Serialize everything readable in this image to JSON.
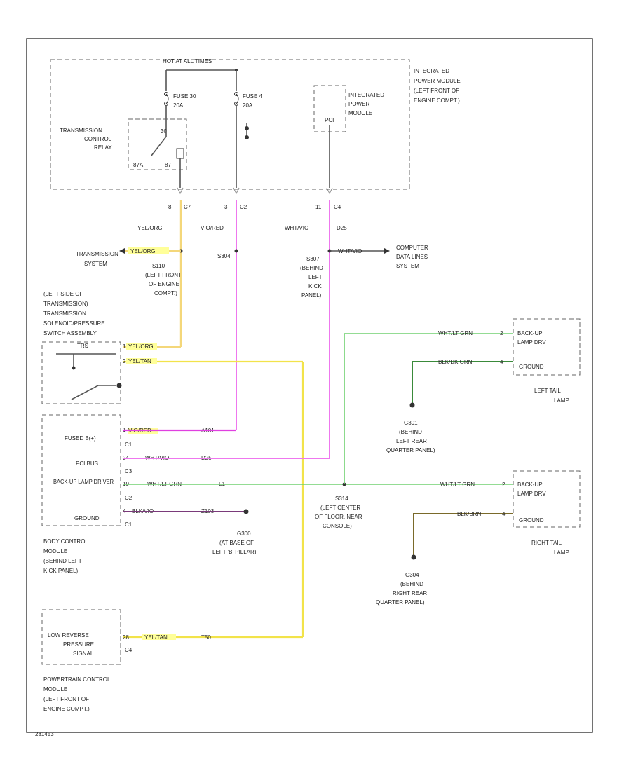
{
  "footer_code": "281453",
  "ipm": {
    "top_label": "HOT AT ALL TIMES",
    "title": [
      "INTEGRATED",
      "POWER MODULE",
      "(LEFT FRONT OF",
      "ENGINE COMPT.)"
    ],
    "fuse_a_name": "FUSE 30",
    "fuse_a_rating": "20A",
    "fuse_b_name": "FUSE 4",
    "fuse_b_rating": "20A",
    "ipm_box": [
      "INTEGRATED",
      "POWER",
      "MODULE"
    ],
    "pci_label": "PCI",
    "relay_label": [
      "TRANSMISSION",
      "CONTROL",
      "RELAY"
    ],
    "relay_pins": [
      "87A",
      "87"
    ],
    "relay_pin_30": "30"
  },
  "ipm_out": {
    "pin_a": "8",
    "conn_a": "C7",
    "pin_b": "3",
    "conn_b": "C2",
    "pin_c": "11",
    "conn_c": "C4"
  },
  "wire_labels": {
    "a_color": "YEL/ORG",
    "b_color": "VIO/RED",
    "c_color": "WHT/VIO",
    "c_circuit": "D25"
  },
  "splices": {
    "s110": [
      "S110",
      "(LEFT FRONT",
      "OF ENGINE",
      "COMPT.)"
    ],
    "s304": "S304",
    "s307": [
      "S307",
      "(BEHIND",
      "LEFT",
      "KICK",
      "PANEL)"
    ],
    "s314": [
      "S314",
      "(LEFT CENTER",
      "OF FLOOR, NEAR",
      "CONSOLE)"
    ]
  },
  "left_arrows": {
    "trans_system": [
      "TRANSMISSION",
      "SYSTEM"
    ],
    "trans_wire": "YEL/ORG"
  },
  "right_arrows": {
    "cds_wire": "WHT/VIO",
    "cds_system": [
      "COMPUTER",
      "DATA LINES",
      "SYSTEM"
    ]
  },
  "solenoid": {
    "title": [
      "(LEFT SIDE OF",
      "TRANSMISSION)",
      "TRANSMISSION",
      "SOLENOID/PRESSURE",
      "SWITCH ASSEMBLY"
    ],
    "trs_label": "TRS",
    "pin1_wire": "YEL/ORG",
    "pin1": "1",
    "pin2_wire": "YEL/TAN",
    "pin2": "2"
  },
  "bcm": {
    "rows": [
      {
        "name": "FUSED B(+)",
        "pin": "1",
        "wire": "VIO/RED",
        "circuit": "A101",
        "conn": "C1"
      },
      {
        "name": "PCI BUS",
        "pin": "24",
        "wire": "WHT/VIO",
        "circuit": "D25",
        "conn": "C3"
      },
      {
        "name": "BACK-UP LAMP DRIVER",
        "pin": "19",
        "wire": "WHT/LT GRN",
        "circuit": "L1",
        "conn": "C2"
      },
      {
        "name": "GROUND",
        "pin": "4",
        "wire": "BLK/VIO",
        "circuit": "Z103",
        "conn": "C1"
      }
    ],
    "title": [
      "BODY CONTROL",
      "MODULE",
      "(BEHIND LEFT",
      "KICK PANEL)"
    ]
  },
  "grounds": {
    "g300": [
      "G300",
      "(AT BASE OF",
      "LEFT 'B' PILLAR)"
    ],
    "g301": [
      "G301",
      "(BEHIND",
      "LEFT REAR",
      "QUARTER PANEL)"
    ],
    "g304": [
      "G304",
      "(BEHIND",
      "RIGHT REAR",
      "QUARTER PANEL)"
    ]
  },
  "left_tail": {
    "title": [
      "LEFT TAIL",
      "LAMP"
    ],
    "pin2_wire": "WHT/LT GRN",
    "pin2": "2",
    "pin4_wire": "BLK/DK GRN",
    "pin4": "4",
    "backup": [
      "BACK-UP",
      "LAMP DRV"
    ],
    "ground": "GROUND"
  },
  "right_tail": {
    "title": [
      "RIGHT TAIL",
      "LAMP"
    ],
    "pin2_wire": "WHT/LT GRN",
    "pin2": "2",
    "pin4_wire": "BLK/BRN",
    "pin4": "4",
    "backup": [
      "BACK-UP",
      "LAMP DRV"
    ],
    "ground": "GROUND"
  },
  "pcm": {
    "name": [
      "LOW REVERSE",
      "PRESSURE",
      "SIGNAL"
    ],
    "pin": "28",
    "wire": "YEL/TAN",
    "circuit": "T50",
    "conn": "C4",
    "title": [
      "POWERTRAIN CONTROL",
      "MODULE",
      "(LEFT FRONT OF",
      "ENGINE COMPT.)"
    ]
  }
}
